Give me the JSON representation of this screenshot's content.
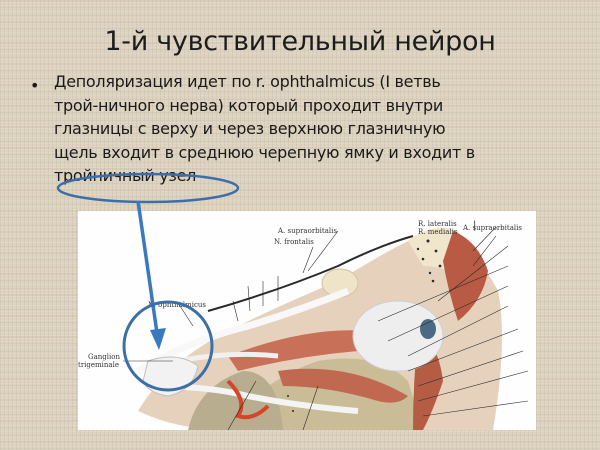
{
  "slide": {
    "title": "1-й чувствительный нейрон",
    "bullets": [
      {
        "marker": "•",
        "lines": [
          "Деполяризация идет по r. ophthalmicus (I ветвь",
          "трой-ничного нерва) который проходит внутри",
          "глазницы с верху и через верхнюю глазничную",
          "щель входит в среднюю черепную ямку и входит в",
          "тройничный узел"
        ]
      }
    ],
    "highlight": {
      "text": "тройничный узел",
      "ellipse_color": "#3c6fa8",
      "arrow_color": "#3a78c0"
    }
  },
  "figure": {
    "description": "Anatomical illustration of the orbit, sagittal view",
    "labels": {
      "a_supraorbitalis_top": "A. supraorbitalis",
      "n_frontalis": "N. frontalis",
      "r_lateralis": "R. lateralis",
      "r_medialis": "R. medialis",
      "a_supraorbitalis_right": "A. supraorbitalis",
      "n_ophthalmicus": "N. ophthalmicus",
      "ganglion_1": "Ganglion",
      "ganglion_2": "trigeminale"
    }
  }
}
